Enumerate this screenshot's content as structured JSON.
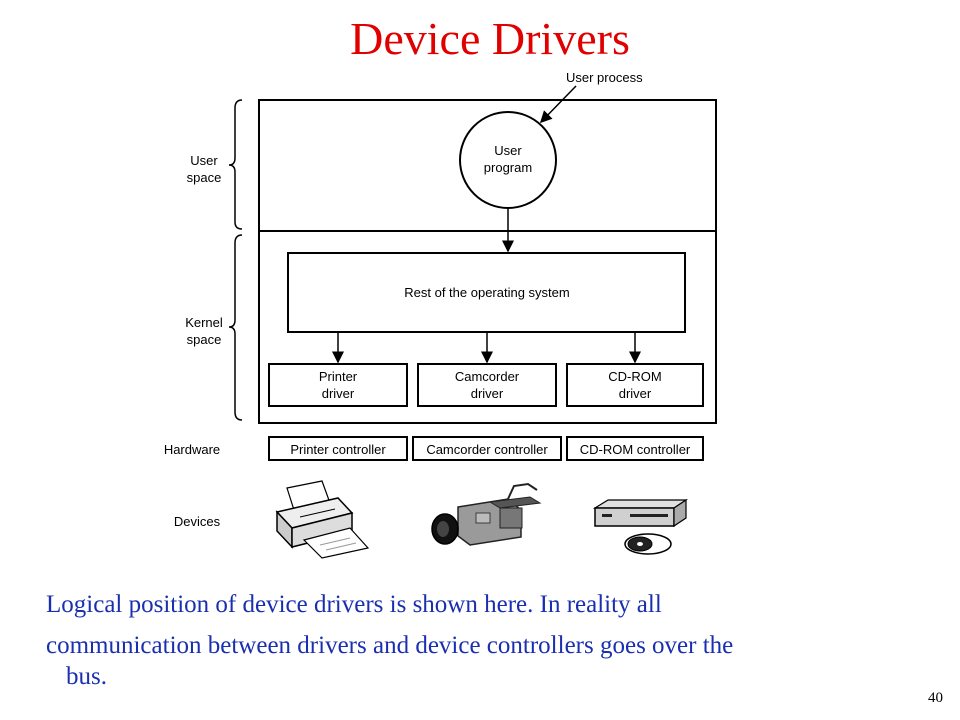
{
  "title": "Device Drivers",
  "labels": {
    "user_process": "User process",
    "user_program_line1": "User",
    "user_program_line2": "program",
    "rest_of_os": "Rest of the operating system",
    "user_space_line1": "User",
    "user_space_line2": "space",
    "kernel_space_line1": "Kernel",
    "kernel_space_line2": "space",
    "hardware": "Hardware",
    "devices": "Devices"
  },
  "drivers": [
    {
      "line1": "Printer",
      "line2": "driver"
    },
    {
      "line1": "Camcorder",
      "line2": "driver"
    },
    {
      "line1": "CD-ROM",
      "line2": "driver"
    }
  ],
  "controllers": [
    "Printer controller",
    "Camcorder controller",
    "CD-ROM controller"
  ],
  "device_icons": [
    "printer-icon",
    "camcorder-icon",
    "cdrom-icon"
  ],
  "caption": {
    "line1": "Logical position of device drivers is shown here. In reality all",
    "line2": "communication  between drivers and device controllers goes over the",
    "line3": "bus."
  },
  "page_number": "40",
  "colors": {
    "title": "#e00000",
    "caption": "#1a2fb0"
  }
}
